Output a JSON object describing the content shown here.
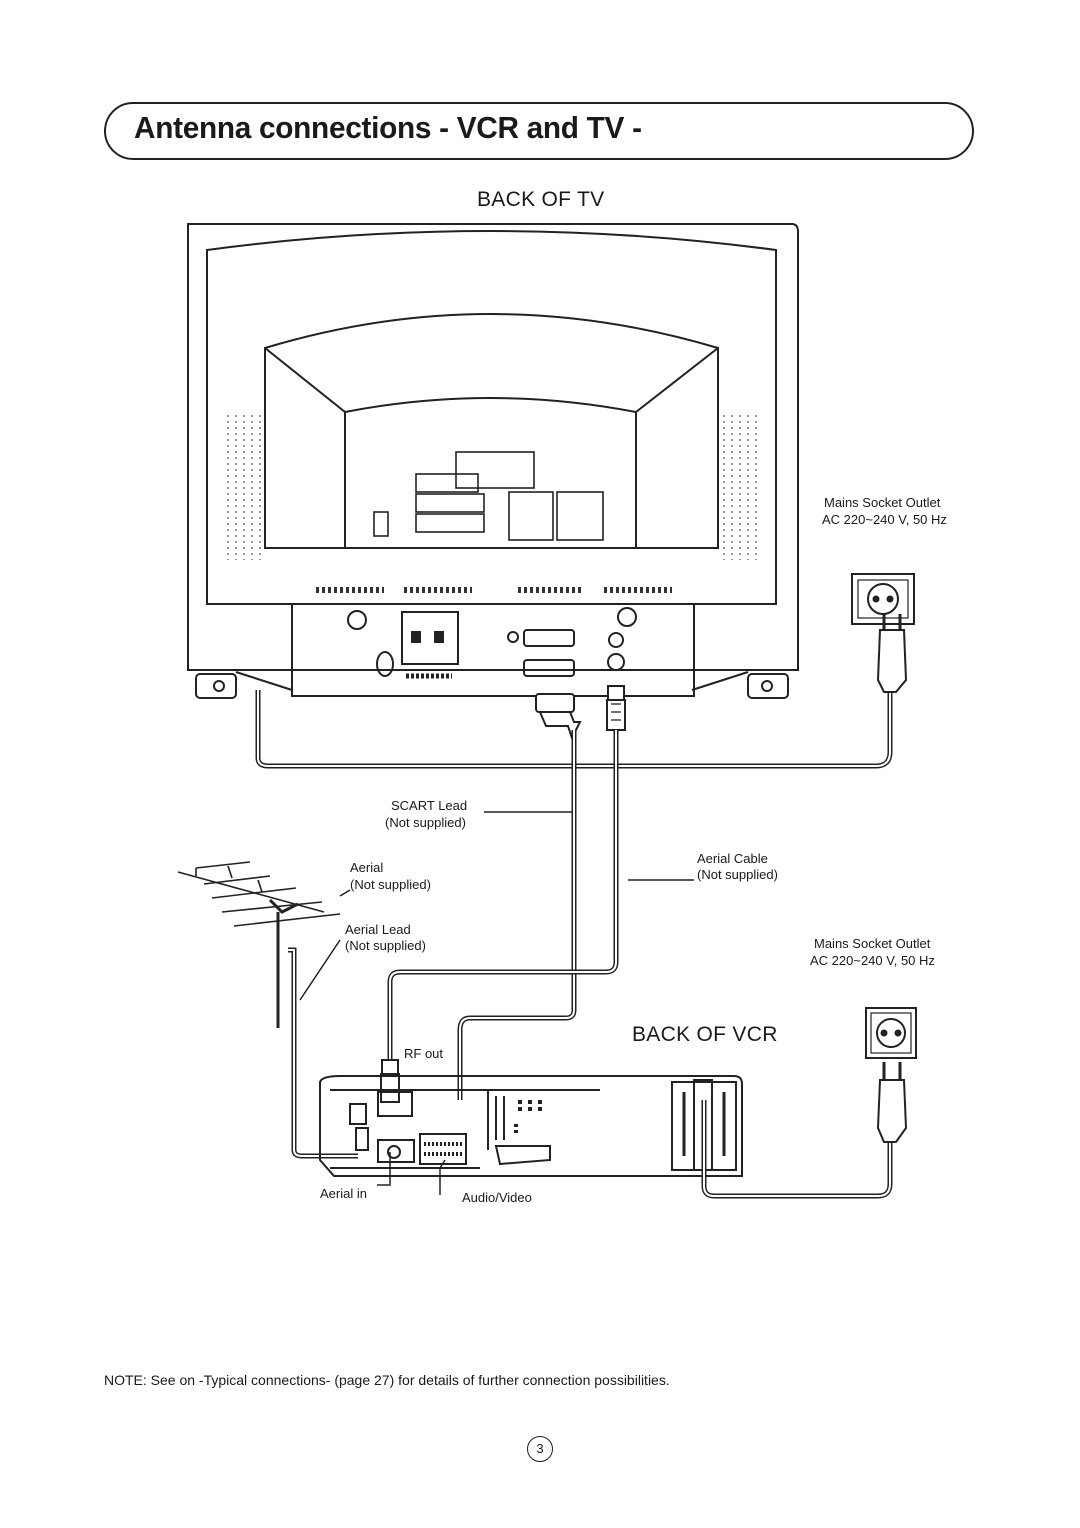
{
  "page": {
    "title": "Antenna connections - VCR and TV -",
    "page_number": "3",
    "note": "NOTE: See on -Typical connections- (page 27) for details of further connection possibilities."
  },
  "diagram": {
    "back_of_tv": "BACK OF TV",
    "back_of_vcr": "BACK OF VCR",
    "mains_tv_line1": "Mains Socket Outlet",
    "mains_tv_line2": "AC 220~240 V, 50 Hz",
    "mains_vcr_line1": "Mains Socket Outlet",
    "mains_vcr_line2": "AC 220~240 V, 50 Hz",
    "scart_line1": "SCART Lead",
    "scart_line2": "(Not supplied)",
    "aerial_line1": "Aerial",
    "aerial_line2": "(Not supplied)",
    "aerial_cable_line1": "Aerial Cable",
    "aerial_cable_line2": "(Not supplied)",
    "aerial_lead_line1": "Aerial Lead",
    "aerial_lead_line2": "(Not supplied)",
    "rf_out": "RF out",
    "aerial_in": "Aerial in",
    "audio_video": "Audio/Video"
  }
}
